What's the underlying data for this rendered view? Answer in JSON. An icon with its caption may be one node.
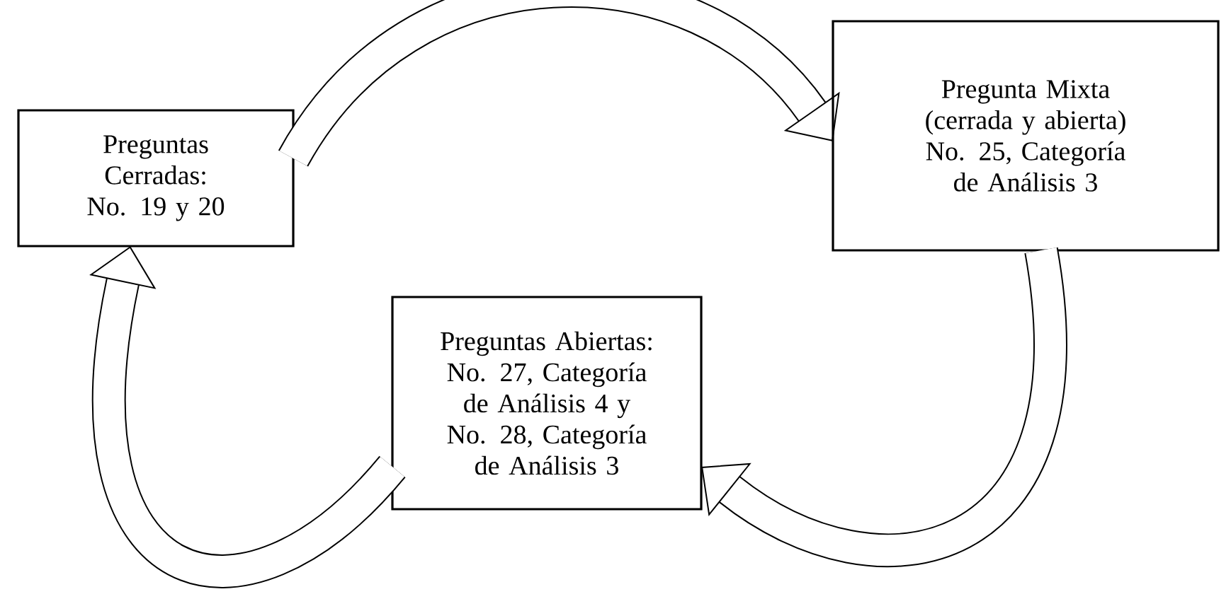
{
  "diagram": {
    "nodes": [
      {
        "text": [
          "Preguntas Cerradas: No. 19 y 20"
        ]
      },
      {
        "text": [
          "Pregunta Mixta (cerrada y abierta) No. 25, Categoría de Análisis 3"
        ]
      },
      {
        "text": [
          "Preguntas Abiertas: No. 27, Categoría de Análisis 4 y No. 28, Categoría de Análisis 3"
        ]
      }
    ],
    "edges": [
      {
        "from": 0,
        "to": 1,
        "arrow": "to"
      },
      {
        "from": 1,
        "to": 2,
        "arrow": "to"
      },
      {
        "from": 2,
        "to": 0,
        "arrow": "to"
      }
    ]
  }
}
